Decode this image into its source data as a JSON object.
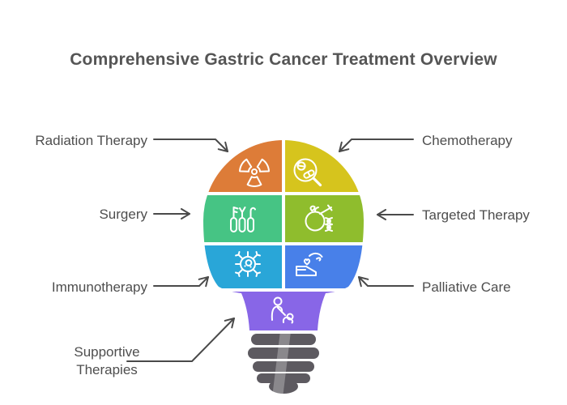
{
  "title": "Comprehensive Gastric Cancer Treatment Overview",
  "diagram": {
    "type": "lightbulb-infographic",
    "topic": "Gastric cancer treatment modalities",
    "sections": [
      {
        "label": "Radiation Therapy",
        "position": "top-left",
        "color": "#DD7C38",
        "icon": "radiation-icon"
      },
      {
        "label": "Chemotherapy",
        "position": "top-right",
        "color": "#D6C41D",
        "icon": "pills-magnifier-icon"
      },
      {
        "label": "Surgery",
        "position": "middle-left",
        "color": "#46C484",
        "icon": "surgical-instruments-icon"
      },
      {
        "label": "Targeted Therapy",
        "position": "middle-right",
        "color": "#8FBD2D",
        "icon": "apple-dna-icon"
      },
      {
        "label": "Immunotherapy",
        "position": "bottom-left",
        "color": "#29A6D8",
        "icon": "immune-cell-icon"
      },
      {
        "label": "Palliative Care",
        "position": "bottom-right",
        "color": "#4880E9",
        "icon": "hand-heart-icon"
      },
      {
        "label": "Supportive Therapies",
        "position": "neck",
        "color": "#8866E7",
        "icon": "caregiver-patient-icon"
      }
    ],
    "base_color": "#5D5A60",
    "title_color": "#555555",
    "label_color": "#4E4E4E",
    "arrow_color": "#4A4A4A",
    "background": "#FFFFFF"
  }
}
